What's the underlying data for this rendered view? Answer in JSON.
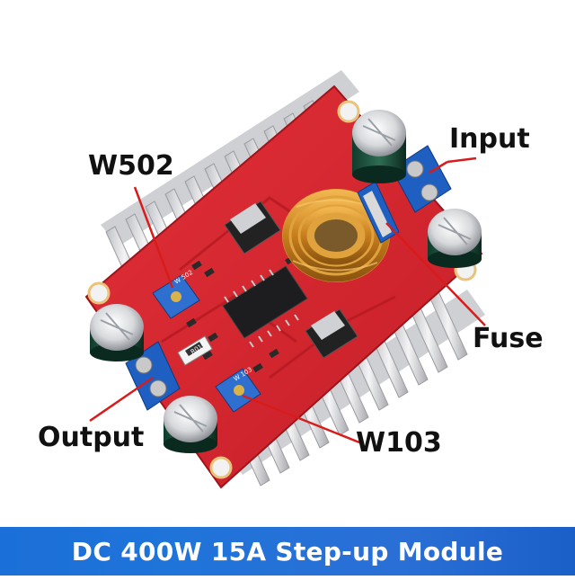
{
  "labels": {
    "input": "Input",
    "w502": "W502",
    "fuse": "Fuse",
    "output": "Output",
    "w103": "W103"
  },
  "pcb_markings": {
    "w502_code": "W 502",
    "w103_code": "W 103",
    "resistor_code": "R010"
  },
  "banner": {
    "title": "DC 400W 15A Step-up Module"
  },
  "colors": {
    "pcb_red": "#d9282f",
    "heatsink": "#e8e8ea",
    "toroid_copper": "#d7922b",
    "terminal_blue": "#1f5fc2",
    "banner_blue": "#1f74da",
    "callout_line": "#d81c1c"
  }
}
